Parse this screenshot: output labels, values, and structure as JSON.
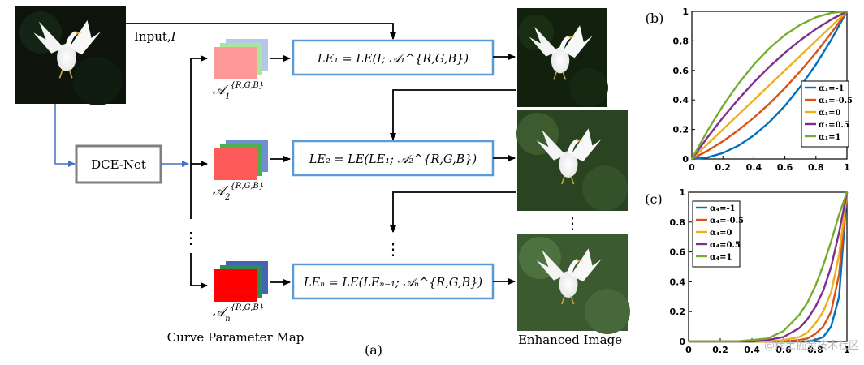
{
  "labels": {
    "input": "Input,",
    "input_var": "I",
    "dce_net": "DCE-Net",
    "curve_parameter_map": "Curve Parameter Map",
    "enhanced_image": "Enhanced Image",
    "panel_a": "(a)",
    "panel_b": "(b)",
    "panel_c": "(c)",
    "vertical_ellipsis": "⋮",
    "watermark": "@稀土掘金技术社区"
  },
  "param_maps": [
    {
      "main": "𝒜",
      "sub": "1",
      "sup": "{R,G,B}"
    },
    {
      "main": "𝒜",
      "sub": "2",
      "sup": "{R,G,B}"
    },
    {
      "main": "𝒜",
      "sub": "n",
      "sup": "{R,G,B}"
    }
  ],
  "equations": [
    "LE₁ = LE(I; 𝒜₁^{R,G,B})",
    "LE₂ = LE(LE₁; 𝒜₂^{R,G,B})",
    "LEₙ = LE(LEₙ₋₁; 𝒜ₙ^{R,G,B})"
  ],
  "colors": {
    "box_border": "#5b9bd5",
    "dce_border": "#7f7f7f",
    "blue_arrow": "#4472c4",
    "map_front": [
      "#ff9999",
      "#ff5a5a",
      "#ff0000"
    ],
    "map_mid": [
      "#a8e6a0",
      "#4caf50",
      "#2e8b57"
    ],
    "map_back": [
      "#b4c7e7",
      "#6f8fcf",
      "#4464b4"
    ]
  },
  "chart_data": [
    {
      "panel": "(b)",
      "type": "line",
      "x_ticks": [
        "0",
        "0.2",
        "0.4",
        "0.6",
        "0.8",
        "1"
      ],
      "y_ticks": [
        "0",
        "0.2",
        "0.4",
        "0.6",
        "0.8",
        "1"
      ],
      "xlim": [
        0,
        1
      ],
      "ylim": [
        0,
        1
      ],
      "legend_position": "bottom-right",
      "x": [
        0,
        0.1,
        0.2,
        0.3,
        0.4,
        0.5,
        0.6,
        0.7,
        0.8,
        0.9,
        1.0
      ],
      "series": [
        {
          "name": "α₁=-1",
          "alpha": -1,
          "color": "#0072bd",
          "y": [
            0,
            0.01,
            0.04,
            0.09,
            0.16,
            0.25,
            0.36,
            0.49,
            0.64,
            0.81,
            1.0
          ]
        },
        {
          "name": "α₁=-0.5",
          "alpha": -0.5,
          "color": "#d95319",
          "y": [
            0,
            0.055,
            0.12,
            0.195,
            0.28,
            0.375,
            0.48,
            0.595,
            0.72,
            0.855,
            1.0
          ]
        },
        {
          "name": "α₁=0",
          "alpha": 0,
          "color": "#edb120",
          "y": [
            0,
            0.1,
            0.2,
            0.3,
            0.4,
            0.5,
            0.6,
            0.7,
            0.8,
            0.9,
            1.0
          ]
        },
        {
          "name": "α₁=0.5",
          "alpha": 0.5,
          "color": "#7e2f8e",
          "y": [
            0,
            0.145,
            0.28,
            0.405,
            0.52,
            0.625,
            0.72,
            0.805,
            0.88,
            0.945,
            1.0
          ]
        },
        {
          "name": "α₁=1",
          "alpha": 1,
          "color": "#77ac30",
          "y": [
            0,
            0.19,
            0.36,
            0.51,
            0.64,
            0.75,
            0.84,
            0.91,
            0.96,
            0.99,
            1.0
          ]
        }
      ]
    },
    {
      "panel": "(c)",
      "type": "line",
      "x_ticks": [
        "0",
        "0.2",
        "0.4",
        "0.6",
        "0.8",
        "1"
      ],
      "y_ticks": [
        "0",
        "0.2",
        "0.4",
        "0.6",
        "0.8",
        "1"
      ],
      "xlim": [
        0,
        1
      ],
      "ylim": [
        0,
        1
      ],
      "legend_position": "top-left",
      "x": [
        0,
        0.1,
        0.2,
        0.3,
        0.4,
        0.5,
        0.6,
        0.7,
        0.75,
        0.8,
        0.85,
        0.9,
        0.95,
        1.0
      ],
      "series": [
        {
          "name": "α₄=-1",
          "alpha": -1,
          "color": "#0072bd",
          "y": [
            0,
            0,
            0,
            0,
            0,
            0,
            0,
            0,
            0.001,
            0.01,
            0.03,
            0.1,
            0.3,
            1.0
          ]
        },
        {
          "name": "α₄=-0.5",
          "alpha": -0.5,
          "color": "#d95319",
          "y": [
            0,
            0,
            0,
            0,
            0,
            0,
            0,
            0.01,
            0.02,
            0.05,
            0.1,
            0.2,
            0.45,
            1.0
          ]
        },
        {
          "name": "α₄=0",
          "alpha": 0,
          "color": "#edb120",
          "y": [
            0,
            0,
            0,
            0,
            0,
            0,
            0.01,
            0.03,
            0.06,
            0.12,
            0.2,
            0.33,
            0.58,
            1.0
          ]
        },
        {
          "name": "α₄=0.5",
          "alpha": 0.5,
          "color": "#7e2f8e",
          "y": [
            0,
            0,
            0,
            0,
            0,
            0.01,
            0.03,
            0.09,
            0.15,
            0.23,
            0.34,
            0.5,
            0.73,
            1.0
          ]
        },
        {
          "name": "α₄=1",
          "alpha": 1,
          "color": "#77ac30",
          "y": [
            0,
            0,
            0,
            0,
            0.01,
            0.02,
            0.07,
            0.18,
            0.26,
            0.37,
            0.51,
            0.67,
            0.85,
            1.0
          ]
        }
      ]
    }
  ]
}
